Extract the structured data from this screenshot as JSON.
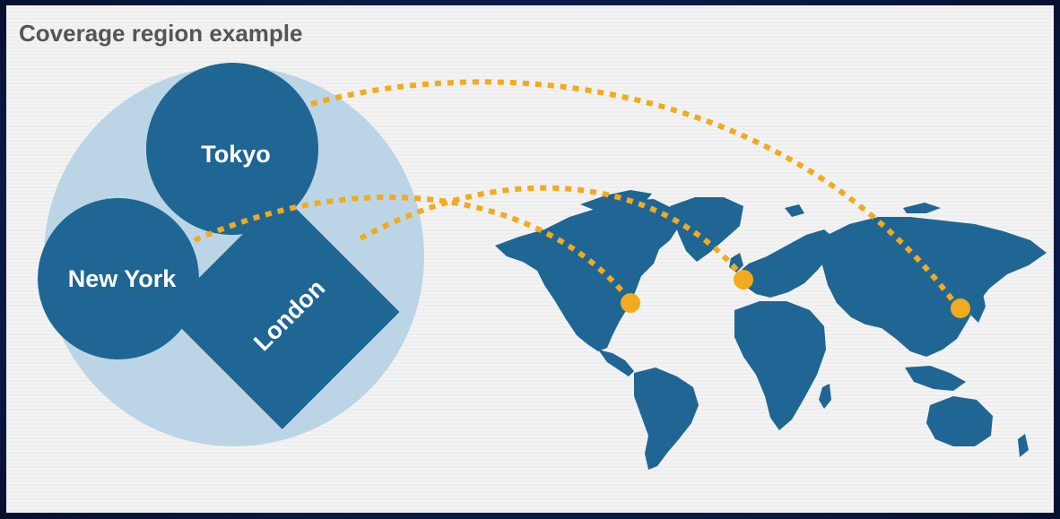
{
  "title": "Coverage region example",
  "regions": [
    {
      "id": "tokyo",
      "label": "Tokyo"
    },
    {
      "id": "new-york",
      "label": "New York"
    },
    {
      "id": "london",
      "label": "London"
    }
  ],
  "colors": {
    "region_fill": "#1f6694",
    "coverage_area": "#bcd5e6",
    "map_fill": "#1f6694",
    "connection": "#f2aa1f",
    "marker": "#f2aa1f"
  }
}
